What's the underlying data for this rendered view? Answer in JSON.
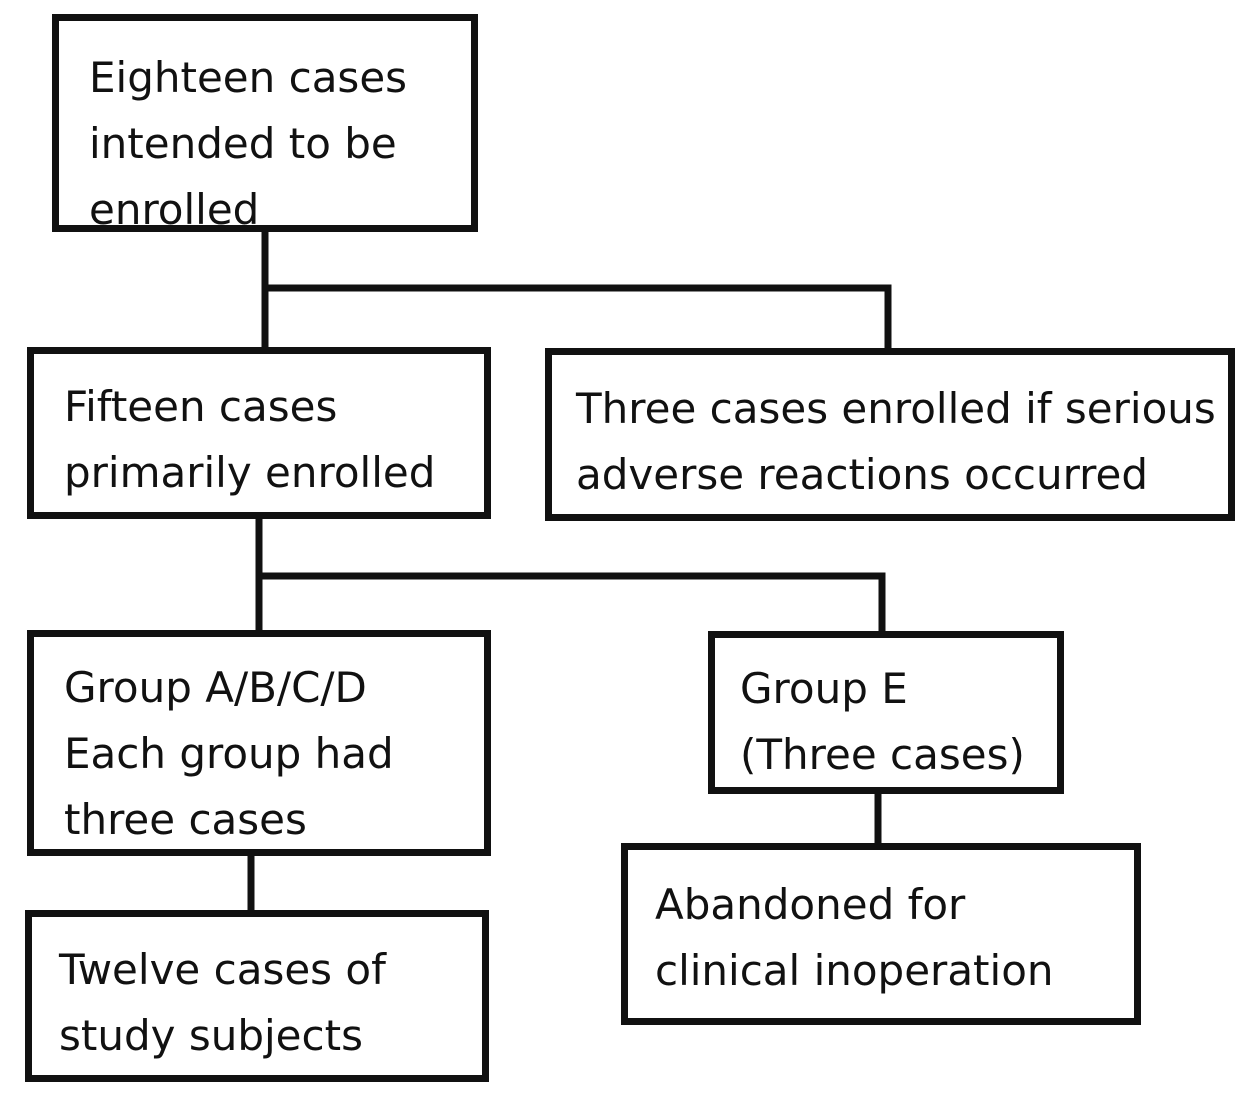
{
  "diagram": {
    "nodes": [
      {
        "id": "eighteen",
        "lines": [
          "Eighteen cases",
          "intended to be",
          "enrolled"
        ]
      },
      {
        "id": "fifteen",
        "lines": [
          "Fifteen cases",
          "primarily enrolled"
        ]
      },
      {
        "id": "three_serious",
        "lines": [
          "Three cases enrolled if serious",
          "adverse reactions occurred"
        ]
      },
      {
        "id": "group_abcd",
        "lines": [
          "Group A/B/C/D",
          "Each group had",
          "three cases"
        ]
      },
      {
        "id": "group_e",
        "lines": [
          "Group E",
          "(Three cases)"
        ]
      },
      {
        "id": "twelve",
        "lines": [
          "Twelve cases of",
          "study subjects"
        ]
      },
      {
        "id": "abandoned",
        "lines": [
          "Abandoned for",
          "clinical inoperation"
        ]
      }
    ],
    "edges": [
      {
        "from": "eighteen",
        "to": "fifteen"
      },
      {
        "from": "eighteen",
        "to": "three_serious"
      },
      {
        "from": "fifteen",
        "to": "group_abcd"
      },
      {
        "from": "fifteen",
        "to": "group_e"
      },
      {
        "from": "group_abcd",
        "to": "twelve"
      },
      {
        "from": "group_e",
        "to": "abandoned"
      }
    ],
    "colors": {
      "line": "#111111",
      "background": "#ffffff"
    }
  }
}
